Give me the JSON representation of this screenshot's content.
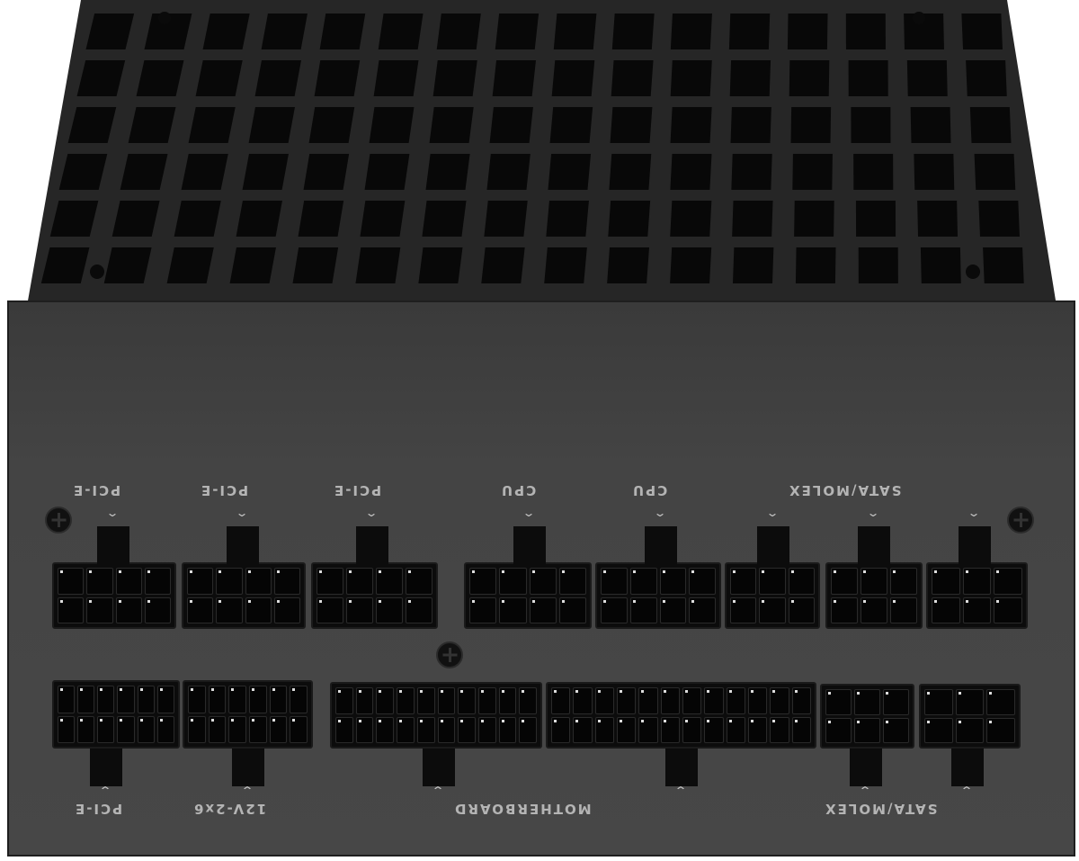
{
  "top_labels": [
    "PCI-E",
    "PCI-E",
    "PCI-E",
    "CPU",
    "CPU",
    "SATA/MOLEX"
  ],
  "bottom_labels": [
    "PCI-E",
    "12V-2x6",
    "MOTHERBOARD",
    "SATA/MOLEX"
  ],
  "colors": {
    "body": "#444444",
    "grille": "#1a1a1a",
    "connector": "#0c0c0c",
    "label": "#b4b4b4"
  }
}
